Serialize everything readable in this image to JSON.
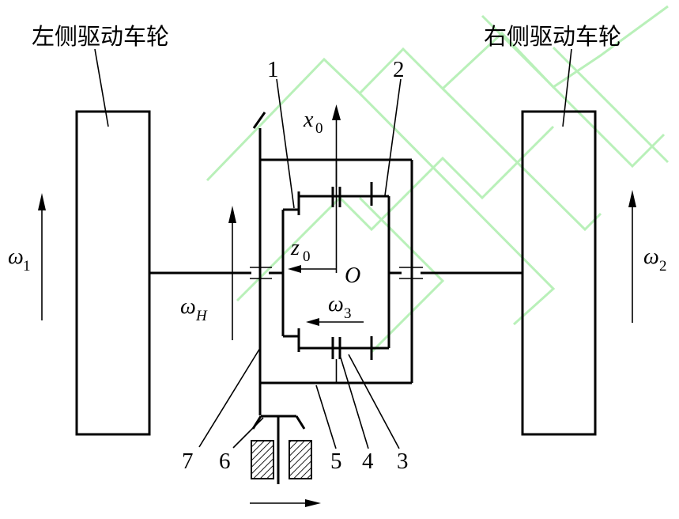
{
  "wheels": {
    "left_label": "左侧驱动车轮",
    "right_label": "右侧驱动车轮"
  },
  "omega": {
    "w1_symbol": "ω",
    "w1_sub": "1",
    "w2_symbol": "ω",
    "w2_sub": "2",
    "wH_symbol": "ω",
    "wH_sub": "H",
    "w3_symbol": "ω",
    "w3_sub": "3"
  },
  "axes": {
    "x_symbol": "x",
    "x_sub": "0",
    "z_symbol": "z",
    "z_sub": "0",
    "origin": "O"
  },
  "parts": [
    "1",
    "2",
    "3",
    "4",
    "5",
    "6",
    "7"
  ]
}
